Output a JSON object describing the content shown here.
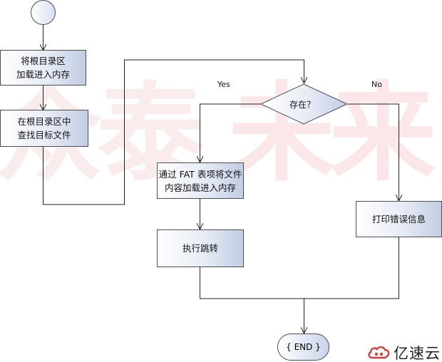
{
  "watermark": {
    "text_left": "众泰",
    "text_right": "未来"
  },
  "nodes": {
    "load_root": "将根目录区\n加载进入内存",
    "find_target": "在根目录区中\n查找目标文件",
    "exists": "存在？",
    "load_fat": "通过 FAT 表项将文件\n内容加载进入内存",
    "jump": "执行跳转",
    "print_error": "打印错误信息",
    "end": "{ END }"
  },
  "edge_labels": {
    "yes": "Yes",
    "no": "No"
  },
  "logo": {
    "text": "亿速云"
  }
}
